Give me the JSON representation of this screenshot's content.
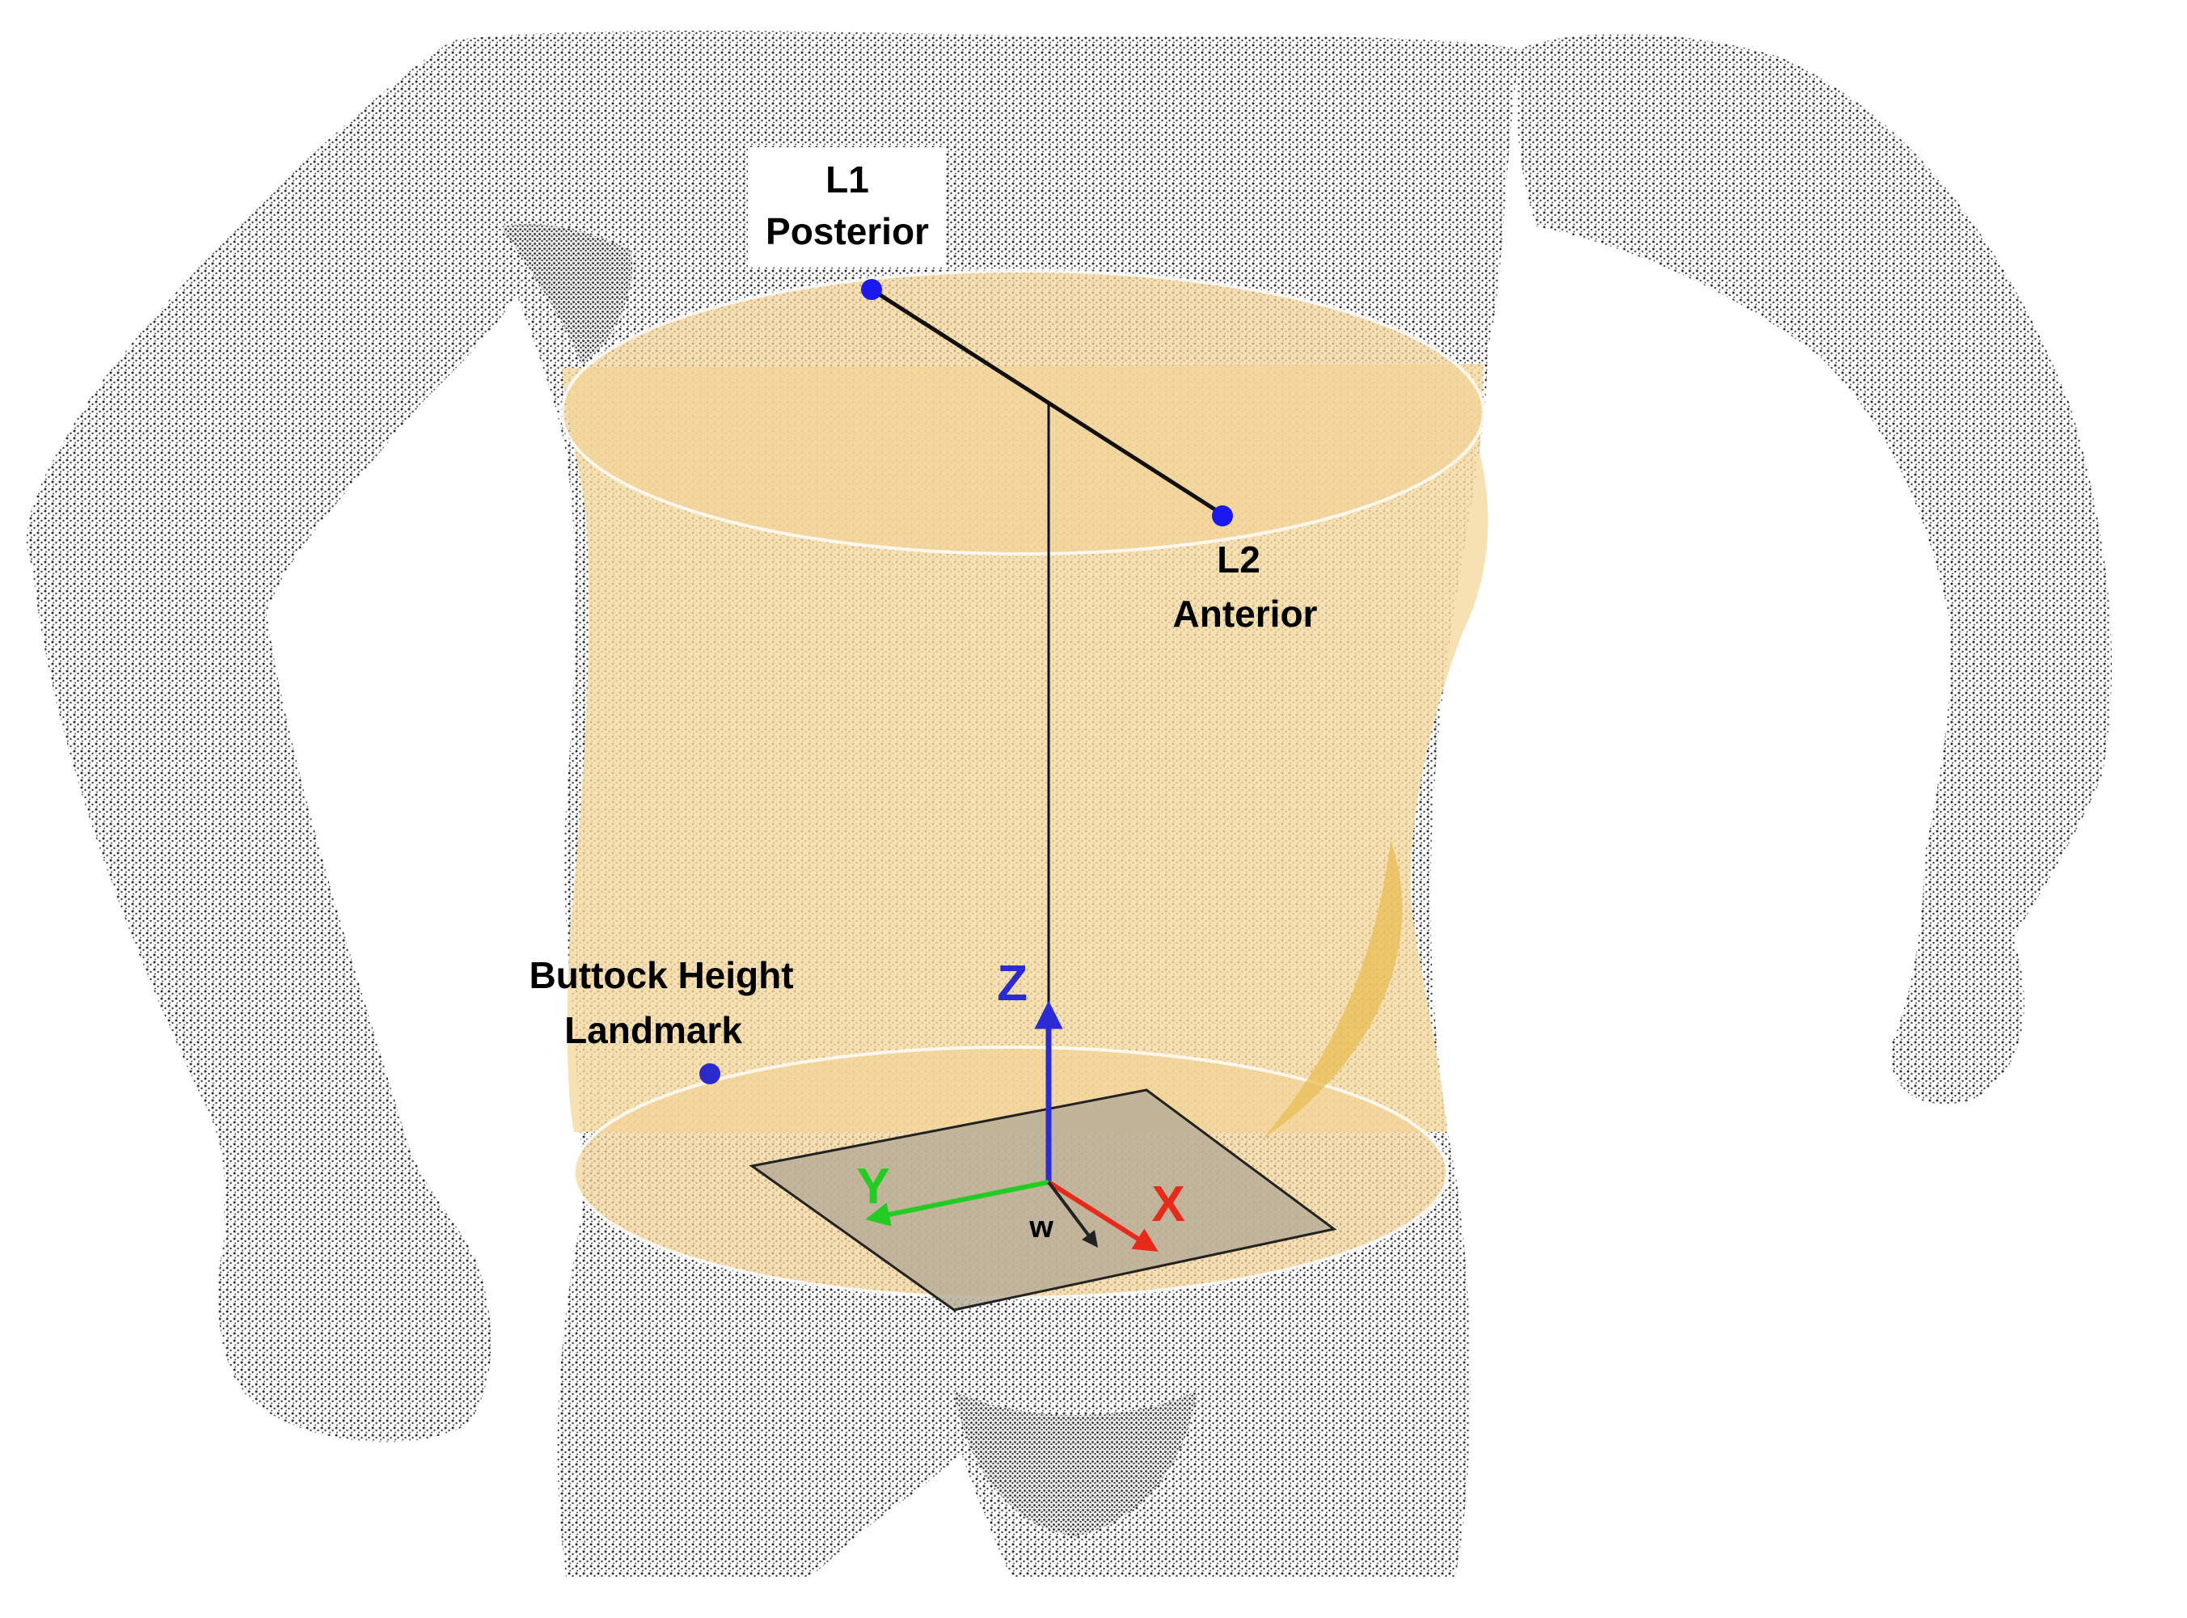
{
  "labels": {
    "l1_line1": "L1",
    "l1_line2": "Posterior",
    "l2_line1": "L2",
    "l2_line2": "Anterior",
    "buttock_line1": "Buttock Height",
    "buttock_line2": "Landmark"
  },
  "axes": {
    "z": "Z",
    "y": "Y",
    "x": "X",
    "w": "w"
  },
  "colors": {
    "landmark_dot": "#1a1aee",
    "z_axis": "#2b2bd6",
    "y_axis": "#22cc22",
    "x_axis": "#e82a1a",
    "w_vector": "#222222",
    "torso_band": "#f5d9a0",
    "plane": "#b8ae98",
    "body_points": "#2a2a2a"
  },
  "icons": {
    "landmarks": "point-marker",
    "axis_ends": "arrow-head"
  }
}
